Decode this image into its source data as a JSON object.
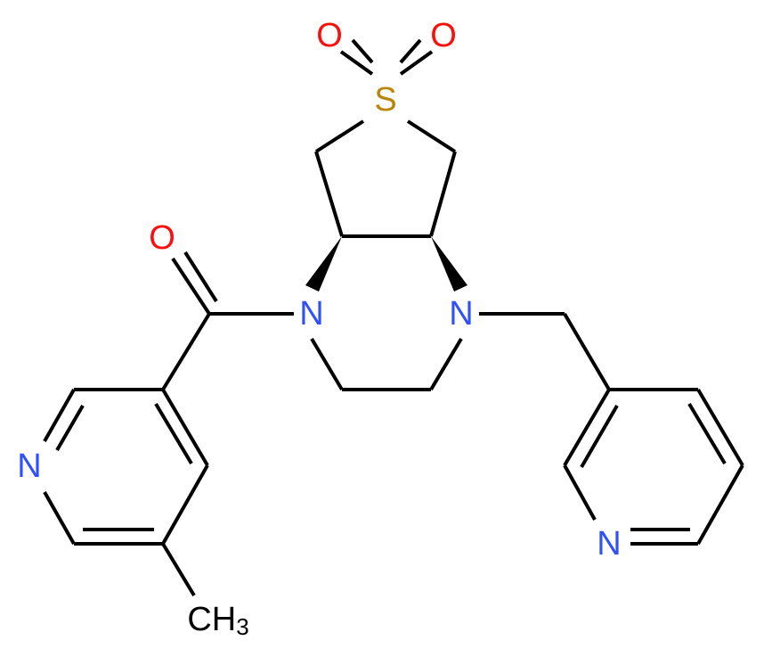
{
  "molecule": {
    "description": "Skeletal structure of a hexahydrothieno[3,4-b]pyrazine 6,6-dioxide bearing a 5-methylnicotinoyl group and a 3-pyridylmethyl group",
    "atoms": {
      "sulfone_o_left": {
        "symbol": "O",
        "color": "#ff0d0d"
      },
      "sulfone_o_right": {
        "symbol": "O",
        "color": "#ff0d0d"
      },
      "sulfur": {
        "symbol": "S",
        "color": "#b8860b"
      },
      "carbonyl_o": {
        "symbol": "O",
        "color": "#ff0d0d"
      },
      "amide_n": {
        "symbol": "N",
        "color": "#3050f8"
      },
      "amine_n": {
        "symbol": "N",
        "color": "#3050f8"
      },
      "left_pyridine_n": {
        "symbol": "N",
        "color": "#3050f8"
      },
      "right_pyridine_n": {
        "symbol": "N",
        "color": "#3050f8"
      },
      "methyl": {
        "symbol": "CH",
        "subscript": "3",
        "color": "#000000"
      }
    },
    "bond_color": "#000000",
    "stereo": "wedge bonds at both ring-fusion carbons (cis)"
  }
}
